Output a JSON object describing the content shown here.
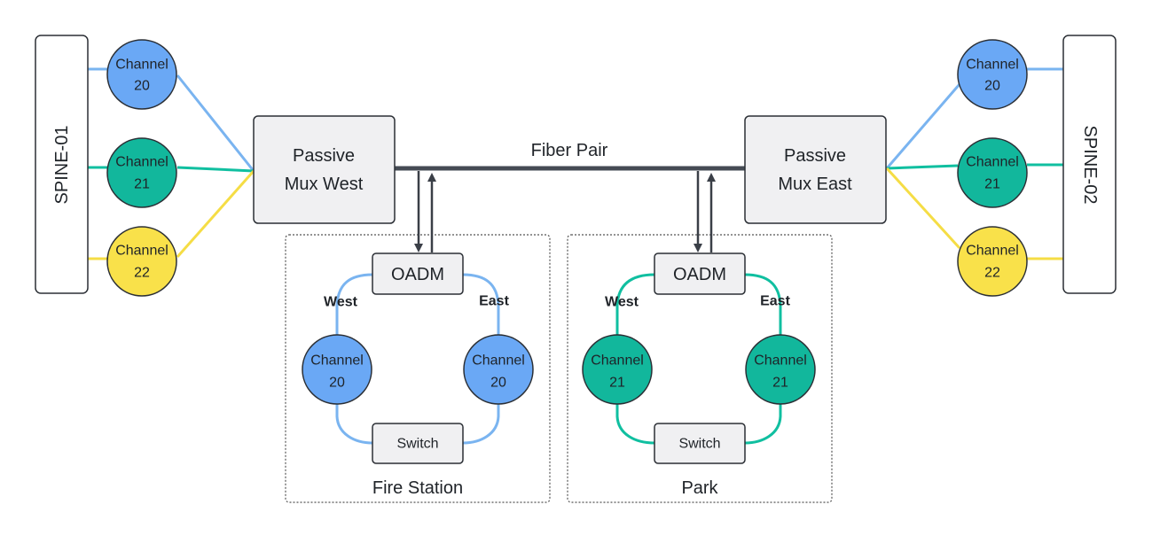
{
  "colors": {
    "blue": "#6aa8f5",
    "blue_line": "#7ab4f0",
    "green": "#12b79c",
    "green_line": "#10bfa0",
    "yellow": "#f9e14a",
    "yellow_line": "#f5dd45",
    "box_fill": "#f0f0f2",
    "stroke": "#2b2f35",
    "trunk": "#454b54"
  },
  "spines": {
    "left": "SPINE-01",
    "right": "SPINE-02"
  },
  "channels_left": [
    {
      "line1": "Channel",
      "line2": "20",
      "color": "blue"
    },
    {
      "line1": "Channel",
      "line2": "21",
      "color": "green"
    },
    {
      "line1": "Channel",
      "line2": "22",
      "color": "yellow"
    }
  ],
  "channels_right": [
    {
      "line1": "Channel",
      "line2": "20",
      "color": "blue"
    },
    {
      "line1": "Channel",
      "line2": "21",
      "color": "green"
    },
    {
      "line1": "Channel",
      "line2": "22",
      "color": "yellow"
    }
  ],
  "mux_west": {
    "line1": "Passive",
    "line2": "Mux West"
  },
  "mux_east": {
    "line1": "Passive",
    "line2": "Mux East"
  },
  "fiber_label": "Fiber Pair",
  "sites": [
    {
      "name": "Fire Station",
      "oadm": "OADM",
      "switch": "Switch",
      "west": "West",
      "east": "East",
      "ring_color": "blue",
      "left_channel": {
        "line1": "Channel",
        "line2": "20"
      },
      "right_channel": {
        "line1": "Channel",
        "line2": "20"
      }
    },
    {
      "name": "Park",
      "oadm": "OADM",
      "switch": "Switch",
      "west": "West",
      "east": "East",
      "ring_color": "green",
      "left_channel": {
        "line1": "Channel",
        "line2": "21"
      },
      "right_channel": {
        "line1": "Channel",
        "line2": "21"
      }
    }
  ]
}
